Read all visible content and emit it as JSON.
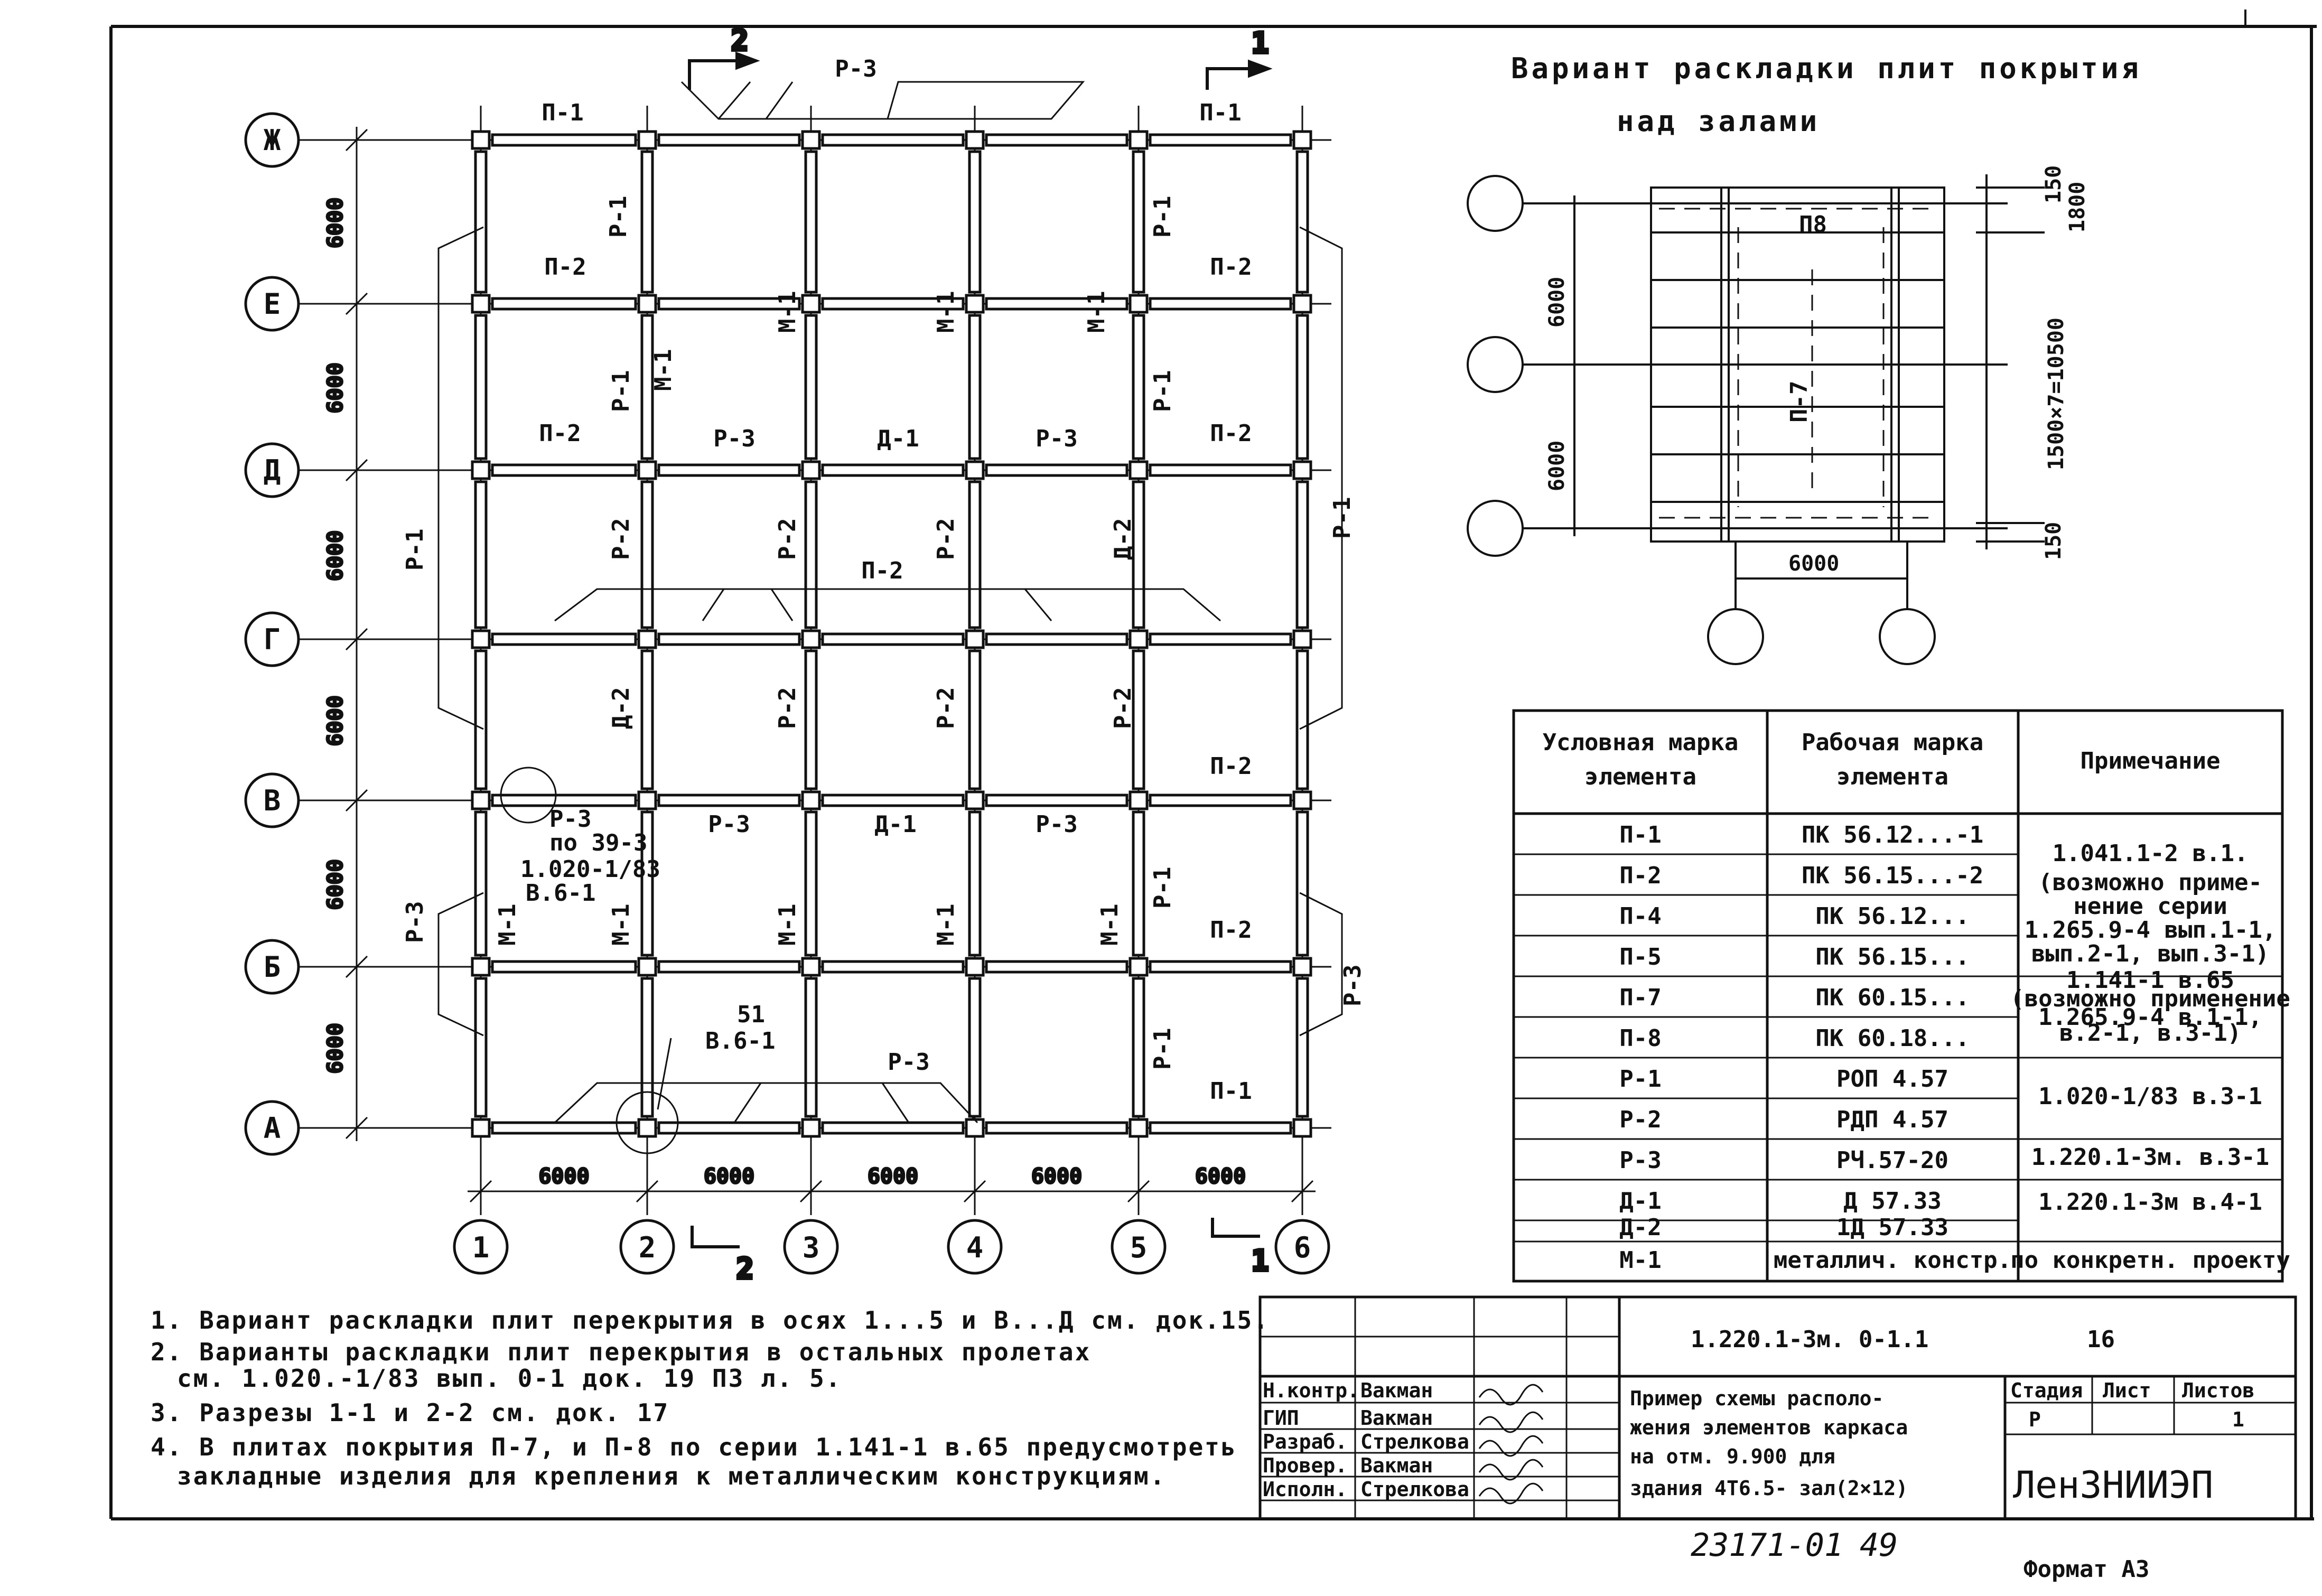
{
  "plan": {
    "row_axes": [
      "Ж",
      "Е",
      "Д",
      "Г",
      "В",
      "Б",
      "А"
    ],
    "col_axes": [
      "1",
      "2",
      "3",
      "4",
      "5",
      "6"
    ],
    "row_dims": [
      "6000",
      "6000",
      "6000",
      "6000",
      "6000",
      "6000"
    ],
    "col_dims": [
      "6000",
      "6000",
      "6000",
      "6000",
      "6000"
    ],
    "section_marks": [
      "2",
      "1",
      "2",
      "1"
    ],
    "labels": [
      "П-1",
      "Р-3",
      "П-1",
      "Р-1",
      "Р-1",
      "П-2",
      "П-2",
      "М-1",
      "М-1",
      "М-1",
      "М-1",
      "Р-1",
      "Р-1",
      "П-2",
      "Р-3",
      "Д-1",
      "Р-3",
      "П-2",
      "Р-2",
      "Р-2",
      "Р-2",
      "Д-2",
      "Р-1",
      "П-2",
      "Р-1",
      "Д-2",
      "Р-2",
      "Р-2",
      "Р-2",
      "П-2",
      "Р-3",
      "Д-1",
      "Р-3",
      "Р-3",
      "М-1",
      "М-1",
      "М-1",
      "М-1",
      "М-1",
      "Р-1",
      "П-2",
      "Р-3",
      "Р-3",
      "Р-1",
      "П-1"
    ],
    "callout_v": [
      "Р-3",
      "по 39-3",
      "1.020-1/83",
      "В.6-1"
    ],
    "callout_a": [
      "51",
      "В.6-1"
    ]
  },
  "variant": {
    "title_line1": "Вариант раскладки плит покрытия",
    "title_line2": "над залами",
    "labels": [
      "П8",
      "П-7"
    ],
    "dims": [
      "6000",
      "6000",
      "150",
      "1800",
      "1500×7=10500",
      "150",
      "6000"
    ]
  },
  "spec_table": {
    "headers": [
      "Условная марка элемента",
      "Рабочая марка элемента",
      "Примечание"
    ],
    "rows": [
      [
        "П-1",
        "ПК 56.12...-1"
      ],
      [
        "П-2",
        "ПК 56.15...-2"
      ],
      [
        "П-4",
        "ПК 56.12..."
      ],
      [
        "П-5",
        "ПК 56.15..."
      ],
      [
        "П-7",
        "ПК 60.15..."
      ],
      [
        "П-8",
        "ПК 60.18..."
      ],
      [
        "Р-1",
        "РОП 4.57"
      ],
      [
        "Р-2",
        "РДП 4.57"
      ],
      [
        "Р-3",
        "РЧ.57-20"
      ],
      [
        "Д-1",
        "Д 57.33"
      ],
      [
        "Д-2",
        "1Д 57.33"
      ],
      [
        "М-1",
        "металлич. констр."
      ]
    ],
    "notes": [
      "1.041.1-2 в.1.",
      "(возможно приме-",
      "нение серии",
      "1.265.9-4 вып.1-1,",
      "вып.2-1, вып.3-1)",
      "1.141-1 в.65",
      "(возможно применение",
      "1.265.9-4 в.1-1,",
      "в.2-1, в.3-1)",
      "1.020-1/83 в.3-1",
      "1.220.1-3м. в.3-1",
      "1.220.1-3м в.4-1",
      "по конкретн. проекту"
    ]
  },
  "notes": [
    "1. Вариант раскладки плит перекрытия в осях 1...5 и В...Д см. док.15.",
    "2. Варианты раскладки плит перекрытия в остальных пролетах",
    "см. 1.020.-1/83 вып. 0-1 док. 19 ПЗ л. 5.",
    "3. Разрезы 1-1 и 2-2 см. док. 17",
    "4. В плитах покрытия П-7, и П-8 по серии 1.141-1 в.65 предусмотреть",
    "закладные изделия для крепления к металлическим конструкциям."
  ],
  "title_block": {
    "code": "1.220.1-3м. 0-1.1",
    "sheet_ref": "16",
    "roles": [
      "Н.контр.",
      "ГИП",
      "Разраб.",
      "Провер.",
      "Исполн."
    ],
    "names": [
      "Вакман",
      "Вакман",
      "Стрелкова",
      "Вакман",
      "Стрелкова"
    ],
    "description": [
      "Пример схемы располо-",
      "жения элементов каркаса",
      "на отм. 9.900 для",
      "здания 4Т6.5- зал(2×12)"
    ],
    "stage_header": "Стадия",
    "sheet_header": "Лист",
    "sheets_header": "Листов",
    "stage": "Р",
    "sheets": "1",
    "org": "ЛенЗНИИЭП"
  },
  "footer": {
    "inventory": "23171-01",
    "page": "49",
    "format": "Формат А3"
  }
}
